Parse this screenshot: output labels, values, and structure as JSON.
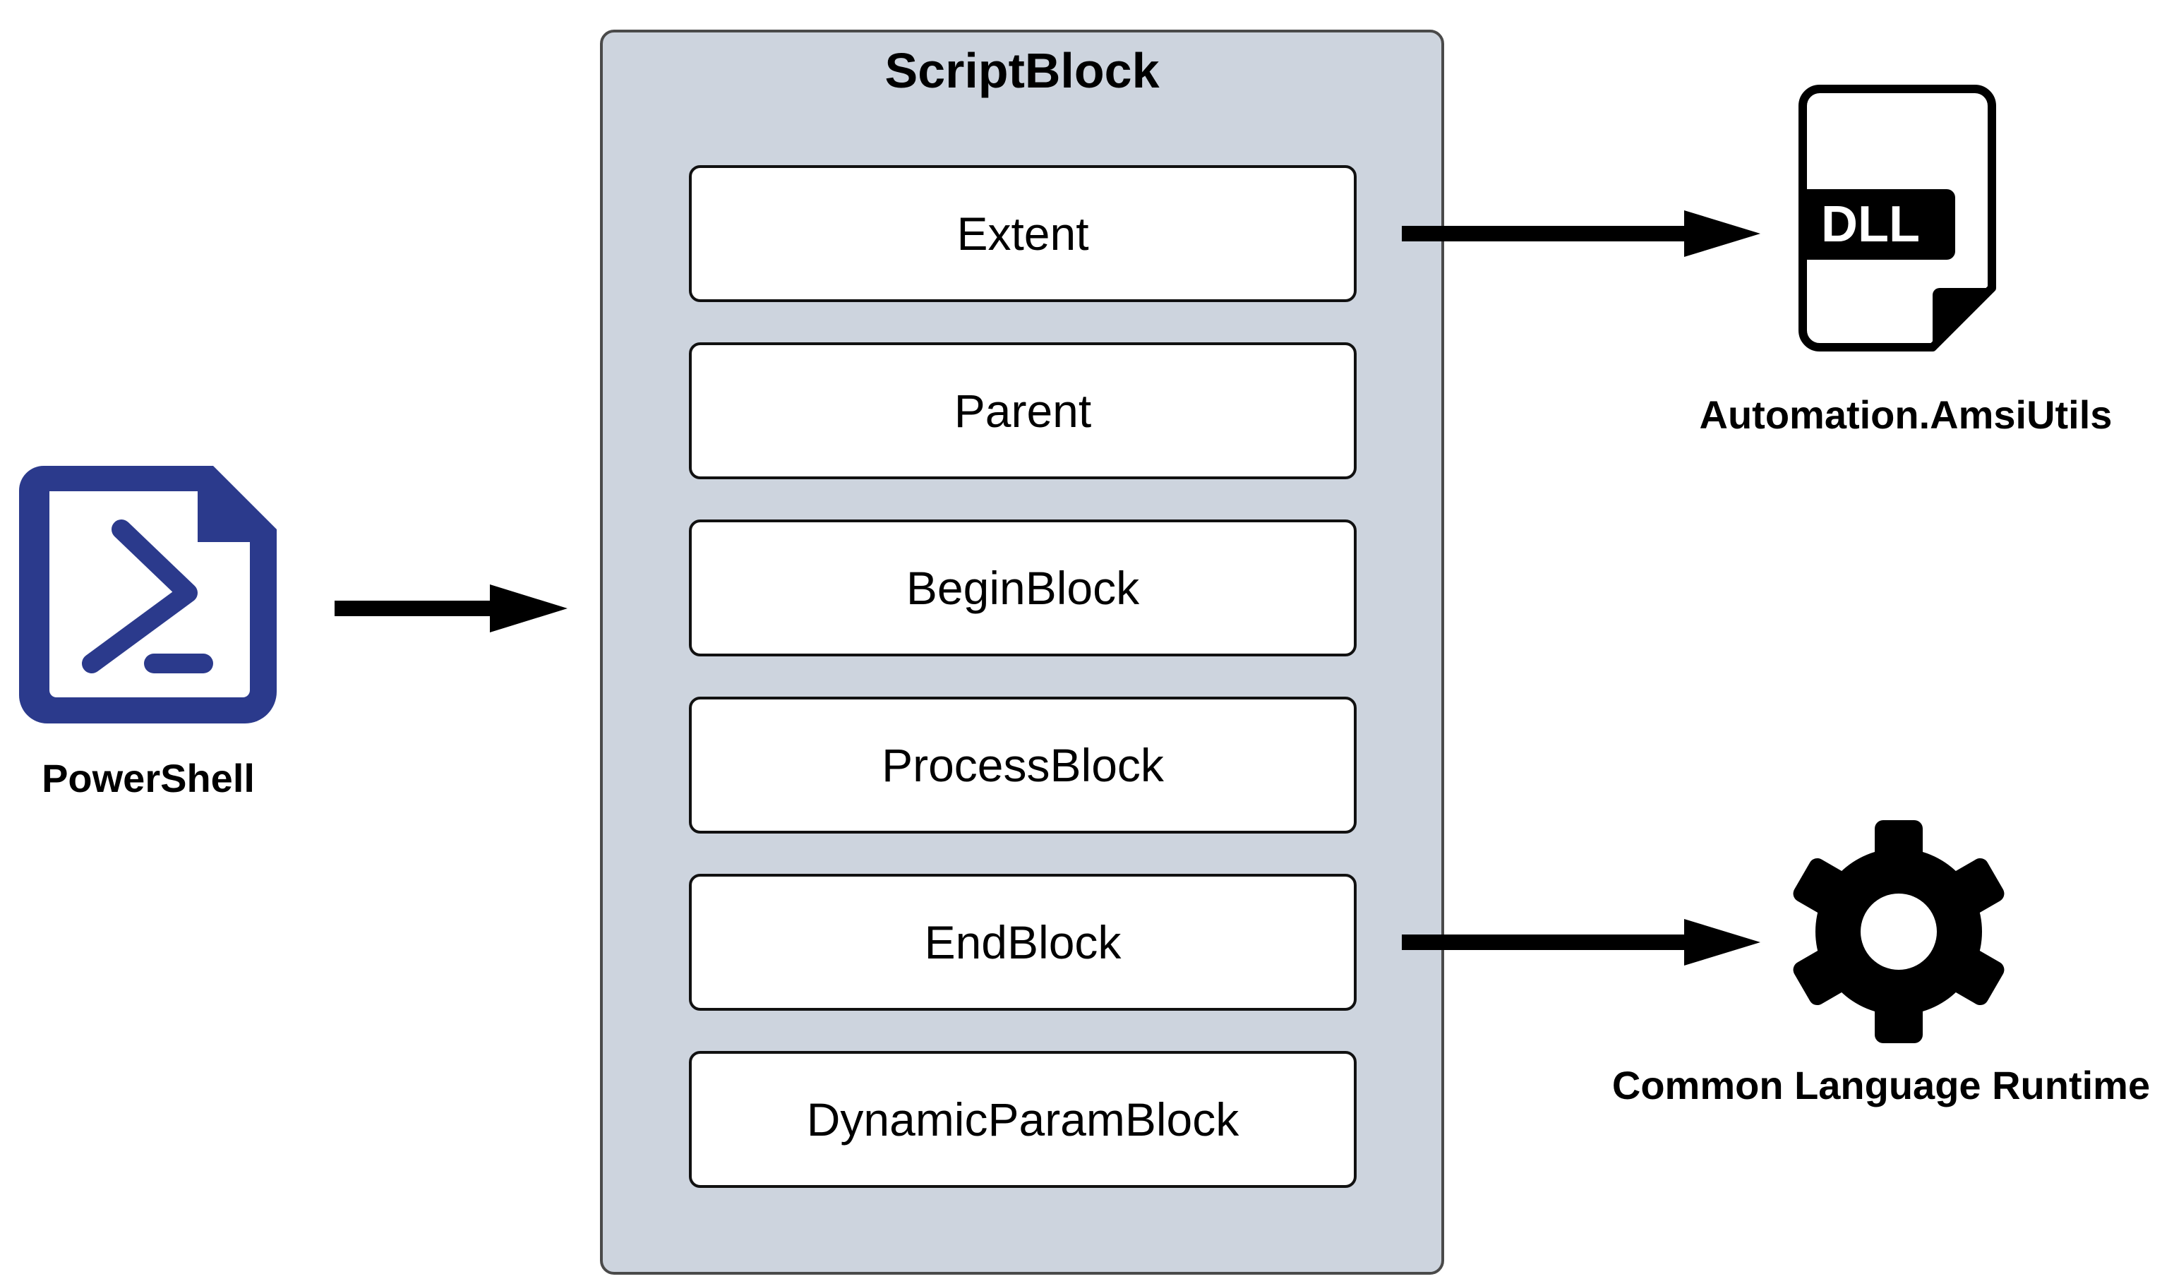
{
  "powershell": {
    "label": "PowerShell",
    "icon": "powershell-icon",
    "color": "#2b3a8c"
  },
  "scriptblock": {
    "title": "ScriptBlock",
    "color": "#cdd4de",
    "members": [
      "Extent",
      "Parent",
      "BeginBlock",
      "ProcessBlock",
      "EndBlock",
      "DynamicParamBlock"
    ]
  },
  "dll": {
    "badge": "DLL",
    "label": "Automation.AmsiUtils",
    "icon": "dll-file-icon"
  },
  "clr": {
    "label": "Common Language Runtime",
    "icon": "gear-icon"
  }
}
